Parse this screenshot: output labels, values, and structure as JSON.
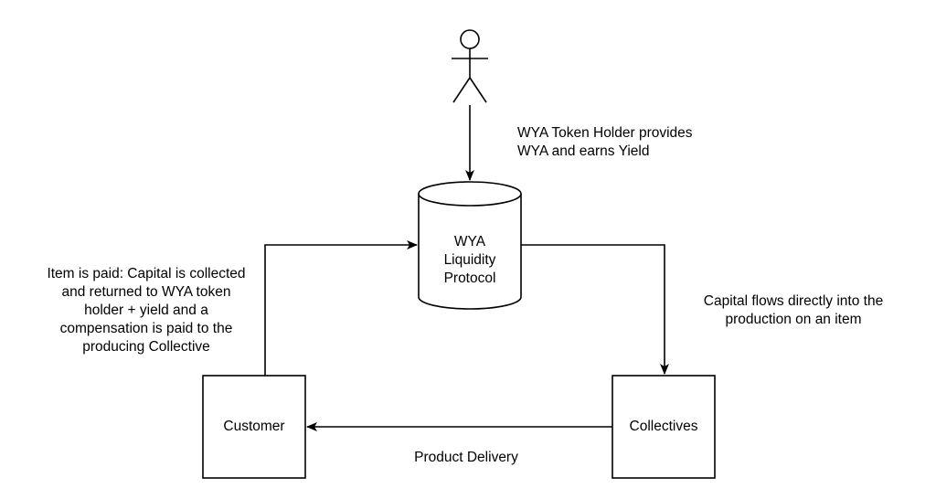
{
  "nodes": {
    "token_holder": {
      "label_lines": [
        "WYA Token Holder provides",
        "WYA and earns Yield"
      ]
    },
    "protocol": {
      "label_lines": [
        "WYA",
        "Liquidity",
        "Protocol"
      ]
    },
    "customer": {
      "label": "Customer"
    },
    "collectives": {
      "label": "Collectives"
    }
  },
  "edges": {
    "provide": {
      "from": "token_holder",
      "to": "protocol"
    },
    "capital_flow": {
      "from": "protocol",
      "to": "collectives",
      "label_lines": [
        "Capital flows directly into the",
        "production  on an item"
      ]
    },
    "delivery": {
      "from": "collectives",
      "to": "customer",
      "label": "Product Delivery"
    },
    "payment": {
      "from": "customer",
      "to": "protocol",
      "label_lines": [
        "Item is paid: Capital is collected",
        "and returned to WYA token",
        "holder + yield and a",
        "compensation is paid to the",
        "producing Collective"
      ]
    }
  },
  "colors": {
    "stroke": "#000000",
    "fill": "#ffffff",
    "text": "#000000"
  }
}
